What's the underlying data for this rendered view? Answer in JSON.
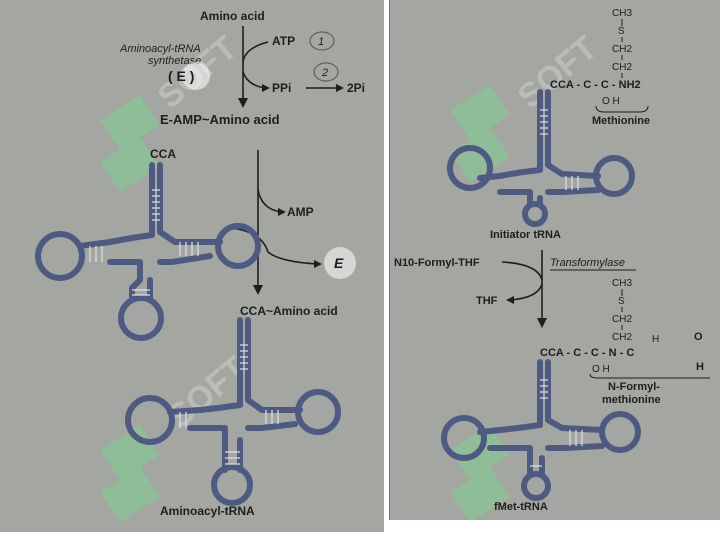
{
  "left": {
    "amino_acid": "Amino acid",
    "enzyme_line1": "Aminoacyl-tRNA",
    "enzyme_line2": "synthetase",
    "enzyme_symbol": "( E )",
    "atp": "ATP",
    "atp_note": "1",
    "ppi": "PPi",
    "ppi_note": "2",
    "two_pi": "2Pi",
    "e_amp": "E-AMP~Amino acid",
    "cca": "CCA",
    "amp": "AMP",
    "e_released": "E",
    "cca_amino": "CCA~Amino acid",
    "product": "Aminoacyl-tRNA"
  },
  "right": {
    "ch3": "CH3",
    "s": "S",
    "ch2a": "CH2",
    "ch2b": "CH2",
    "cca_line": "CCA - C - C - NH2",
    "o_h": "O     H",
    "methionine": "Methionine",
    "initiator": "Initiator tRNA",
    "formyl_thf": "N10-Formyl-THF",
    "transformylase": "Transformylase",
    "thf": "THF",
    "ch3_2": "CH3",
    "s_2": "S",
    "ch2c": "CH2",
    "ch2d": "CH2",
    "h_label": "H",
    "cca_line2": "CCA - C - C - N - C",
    "o_h_2": "O     H",
    "o_right": "O",
    "h_right": "H",
    "nformyl1": "N-Formyl-",
    "nformyl2": "methionine",
    "fmet": "fMet-tRNA"
  },
  "watermark": "SOFT",
  "colors": {
    "panel": "#a3a6a1",
    "trna": "#4e5a82",
    "watermark": "#7fd08f"
  }
}
